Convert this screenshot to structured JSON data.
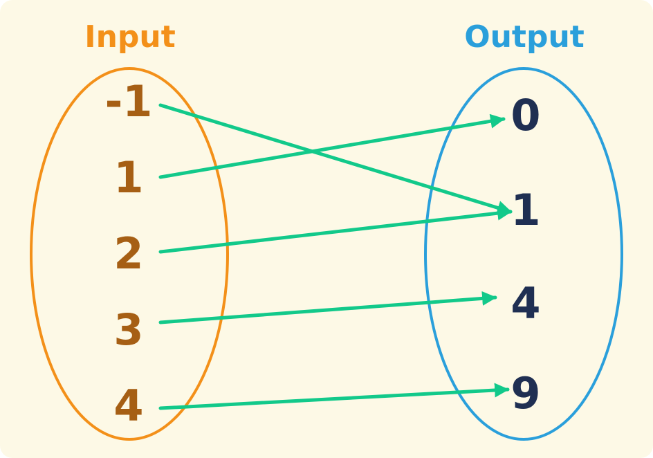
{
  "input": {
    "title": "Input",
    "items": [
      "-1",
      "1",
      "2",
      "3",
      "4"
    ]
  },
  "output": {
    "title": "Output",
    "items": [
      "0",
      "1",
      "4",
      "9"
    ]
  },
  "mappings": [
    {
      "from": "-1",
      "to": "1"
    },
    {
      "from": "1",
      "to": "0"
    },
    {
      "from": "2",
      "to": "1"
    },
    {
      "from": "3",
      "to": "4"
    },
    {
      "from": "4",
      "to": "9"
    }
  ],
  "colors": {
    "background": "#fdf9e6",
    "input_title": "#f39019",
    "input_oval": "#f39019",
    "input_numbers": "#a65f14",
    "output_title": "#2a9fdb",
    "output_oval": "#2a9fdb",
    "output_numbers": "#1f2f52",
    "arrow": "#12c98a"
  }
}
